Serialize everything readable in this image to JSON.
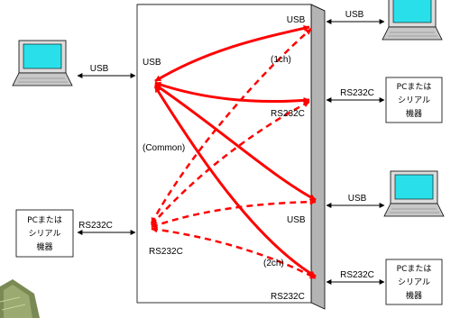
{
  "colors": {
    "accent": "#ff0000",
    "box_face": "#ffffff",
    "box_side": "#b4b4b4",
    "screen": "#29e0ea",
    "laptop_body": "#c8c8c8",
    "line": "#000000"
  },
  "icons": {
    "computer": "laptop-icon"
  },
  "device": {
    "port_usb": "USB",
    "port_rs232c_left": "RS232C",
    "common_label": "(Common)"
  },
  "channels": {
    "ch1": "(1ch)",
    "ch2": "(2ch)",
    "usb_1ch": "USB",
    "rs232c_1ch": "RS232C",
    "usb_2ch": "USB",
    "rs232c_2ch": "RS232C"
  },
  "links": {
    "left_usb": "USB",
    "left_rs232c": "RS232C",
    "right_usb_top": "USB",
    "right_rs232c_top": "RS232C",
    "right_usb_bottom": "USB",
    "right_rs232c_bottom": "RS232C"
  },
  "serial_box": {
    "line1": "PCまたは",
    "line2": "シリアル",
    "line3": "機器"
  }
}
